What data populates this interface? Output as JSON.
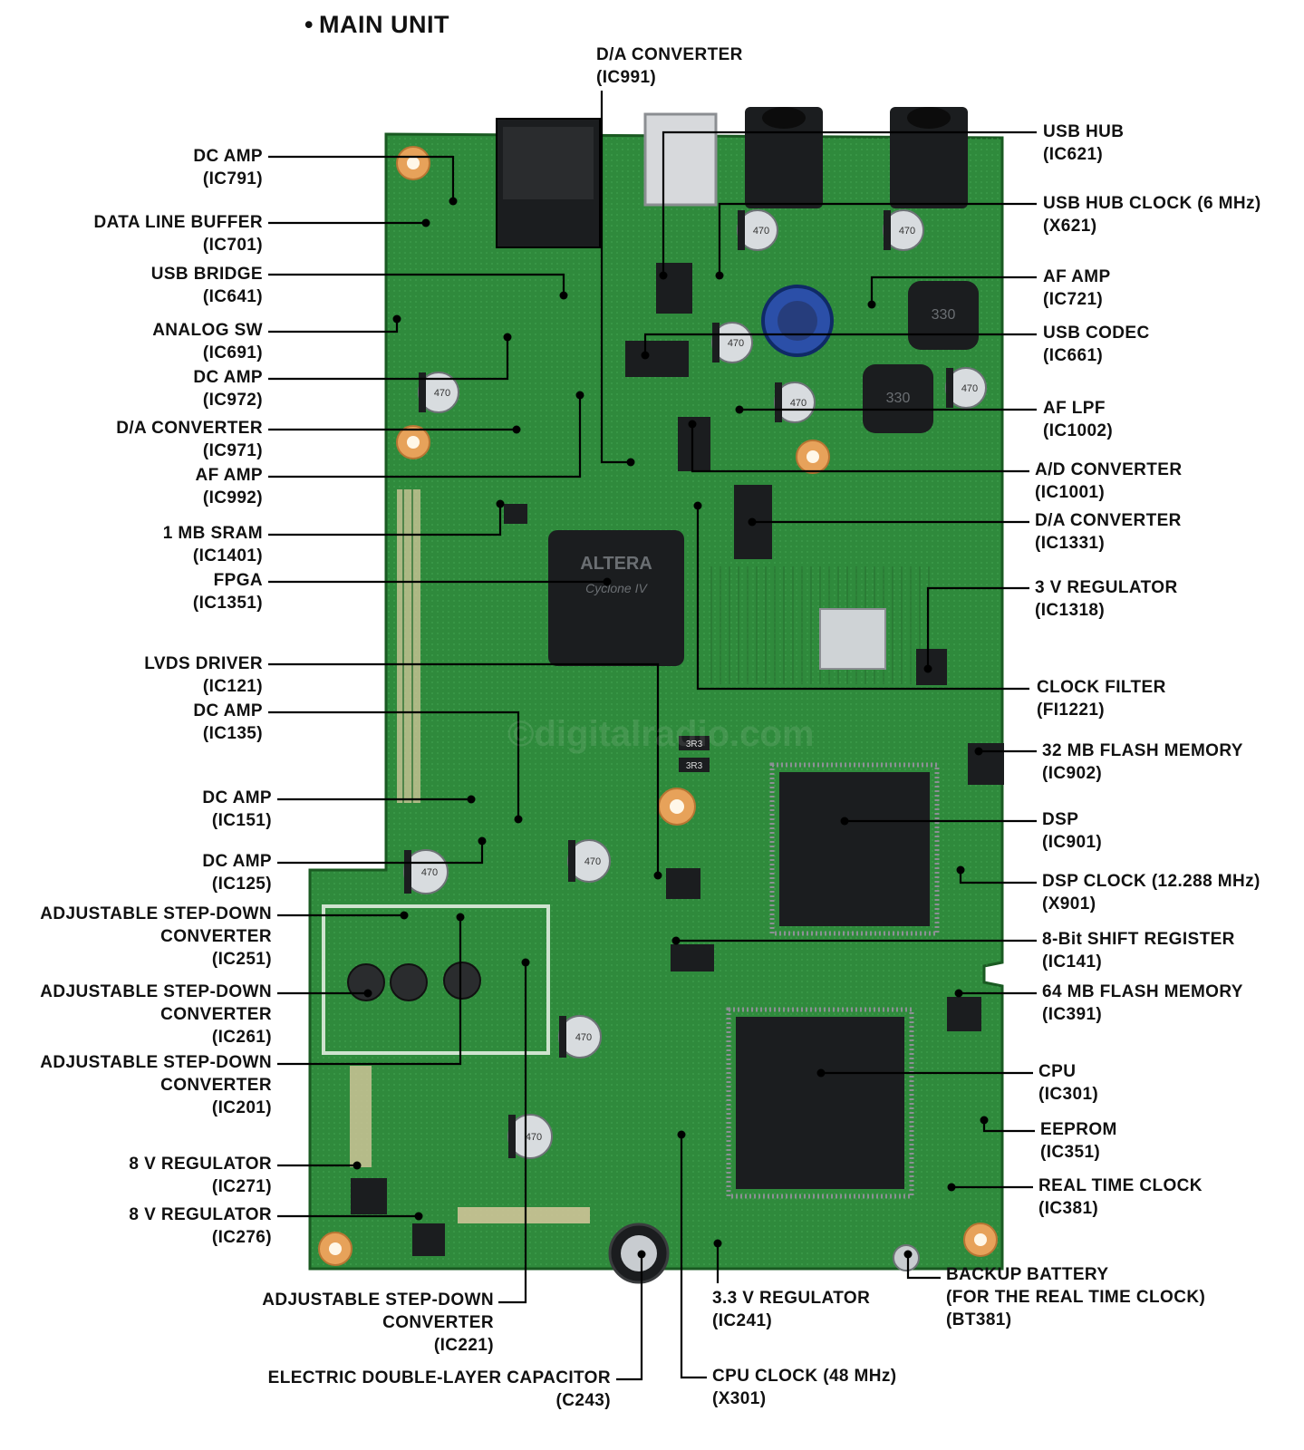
{
  "title": "MAIN UNIT",
  "watermark": "©digitalradio.com",
  "colors": {
    "pcb": "#2f8a3c",
    "pcb_dark": "#1f6b2b",
    "pcb_edge": "#3c9a48",
    "chip": "#1b1d1f",
    "pad": "#e7a25a",
    "line": "#000000"
  },
  "left_labels": [
    {
      "id": "ic791",
      "lines": [
        "DC AMP",
        "(IC791)"
      ]
    },
    {
      "id": "ic701",
      "lines": [
        "DATA LINE BUFFER",
        "(IC701)"
      ]
    },
    {
      "id": "ic641",
      "lines": [
        "USB BRIDGE",
        "(IC641)"
      ]
    },
    {
      "id": "ic691",
      "lines": [
        "ANALOG SW",
        "(IC691)"
      ]
    },
    {
      "id": "ic972",
      "lines": [
        "DC AMP",
        "(IC972)"
      ]
    },
    {
      "id": "ic971",
      "lines": [
        "D/A CONVERTER",
        "(IC971)"
      ]
    },
    {
      "id": "ic992",
      "lines": [
        "AF AMP",
        "(IC992)"
      ]
    },
    {
      "id": "ic1401",
      "lines": [
        "1 MB SRAM",
        "(IC1401)"
      ]
    },
    {
      "id": "ic1351",
      "lines": [
        "FPGA",
        "(IC1351)"
      ]
    },
    {
      "id": "ic121",
      "lines": [
        "LVDS DRIVER",
        "(IC121)"
      ]
    },
    {
      "id": "ic135",
      "lines": [
        "DC AMP",
        "(IC135)"
      ]
    },
    {
      "id": "ic151",
      "lines": [
        "DC AMP",
        "(IC151)"
      ]
    },
    {
      "id": "ic125",
      "lines": [
        "DC AMP",
        "(IC125)"
      ]
    },
    {
      "id": "ic251",
      "lines": [
        "ADJUSTABLE STEP-DOWN",
        "CONVERTER",
        "(IC251)"
      ]
    },
    {
      "id": "ic261",
      "lines": [
        "ADJUSTABLE STEP-DOWN",
        "CONVERTER",
        "(IC261)"
      ]
    },
    {
      "id": "ic201",
      "lines": [
        "ADJUSTABLE STEP-DOWN",
        "CONVERTER",
        "(IC201)"
      ]
    },
    {
      "id": "ic271",
      "lines": [
        "8 V REGULATOR",
        "(IC271)"
      ]
    },
    {
      "id": "ic276",
      "lines": [
        "8 V REGULATOR",
        "(IC276)"
      ]
    }
  ],
  "right_labels": [
    {
      "id": "ic621",
      "lines": [
        "USB HUB",
        "(IC621)"
      ]
    },
    {
      "id": "x621",
      "lines": [
        "USB HUB CLOCK (6 MHz)",
        "(X621)"
      ]
    },
    {
      "id": "ic721",
      "lines": [
        "AF AMP",
        "(IC721)"
      ]
    },
    {
      "id": "ic661",
      "lines": [
        "USB CODEC",
        "(IC661)"
      ]
    },
    {
      "id": "ic1002",
      "lines": [
        "AF LPF",
        "(IC1002)"
      ]
    },
    {
      "id": "ic1001",
      "lines": [
        "A/D CONVERTER",
        "(IC1001)"
      ]
    },
    {
      "id": "ic1331",
      "lines": [
        "D/A CONVERTER",
        "(IC1331)"
      ]
    },
    {
      "id": "ic1318",
      "lines": [
        "3 V REGULATOR",
        "(IC1318)"
      ]
    },
    {
      "id": "fi1221",
      "lines": [
        "CLOCK FILTER",
        "(FI1221)"
      ]
    },
    {
      "id": "ic902",
      "lines": [
        "32 MB FLASH MEMORY",
        "(IC902)"
      ]
    },
    {
      "id": "ic901",
      "lines": [
        "DSP",
        "(IC901)"
      ]
    },
    {
      "id": "x901",
      "lines": [
        "DSP CLOCK (12.288 MHz)",
        "(X901)"
      ]
    },
    {
      "id": "ic141",
      "lines": [
        "8-Bit SHIFT REGISTER",
        "(IC141)"
      ]
    },
    {
      "id": "ic391",
      "lines": [
        "64 MB FLASH MEMORY",
        "(IC391)"
      ]
    },
    {
      "id": "ic301",
      "lines": [
        "CPU",
        "(IC301)"
      ]
    },
    {
      "id": "ic351",
      "lines": [
        "EEPROM",
        "(IC351)"
      ]
    },
    {
      "id": "ic381",
      "lines": [
        "REAL TIME CLOCK",
        "(IC381)"
      ]
    },
    {
      "id": "bt381",
      "lines": [
        "BACKUP BATTERY",
        "(FOR THE REAL TIME CLOCK)",
        "(BT381)"
      ]
    }
  ],
  "top_labels": [
    {
      "id": "ic991",
      "lines": [
        "D/A CONVERTER",
        "(IC991)"
      ]
    }
  ],
  "bottom_labels": [
    {
      "id": "ic221",
      "lines": [
        "ADJUSTABLE STEP-DOWN",
        "CONVERTER",
        "(IC221)"
      ]
    },
    {
      "id": "c243",
      "lines": [
        "ELECTRIC DOUBLE-LAYER CAPACITOR",
        "(C243)"
      ]
    },
    {
      "id": "ic241",
      "lines": [
        "3.3 V REGULATOR",
        "(IC241)"
      ]
    },
    {
      "id": "x301",
      "lines": [
        "CPU CLOCK (48 MHz)",
        "(X301)"
      ]
    }
  ],
  "component_markings": {
    "fpga_brand": "ALTERA",
    "fpga_family": "Cyclone IV",
    "cap_value": "470",
    "inductor_value": "330",
    "resistor_value": "3R3"
  }
}
